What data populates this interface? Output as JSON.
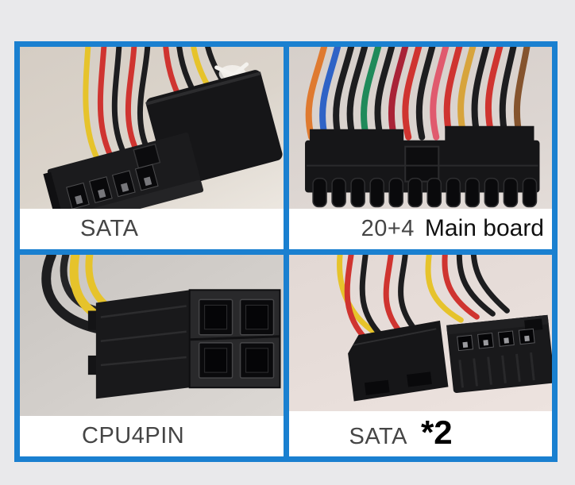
{
  "image_type": "psu-cable-connector-collage",
  "panels": [
    {
      "id": "sata",
      "label": "SATA"
    },
    {
      "id": "mainboard-20-4",
      "label_prefix": "20+4",
      "label_suffix": "Main board"
    },
    {
      "id": "cpu4pin",
      "label": "CPU4PIN"
    },
    {
      "id": "sata-x2",
      "label_prefix": "SATA",
      "label_suffix": "*2"
    }
  ],
  "colors": {
    "page_bg": "#e9e9eb",
    "frame_blue": "#1a80d0",
    "label_bg": "#ffffff",
    "label_gray": "#454545",
    "label_dark": "#101010",
    "connector_black": "#161618",
    "wire_yellow": "#e6c32b",
    "wire_red": "#cf3430",
    "wire_black": "#1d1d1f",
    "wire_orange": "#df7a30",
    "wire_blue": "#2f63c6",
    "wire_green": "#1f8a5a",
    "wire_pink": "#e05a6e",
    "wire_crimson": "#a92337",
    "wire_gold": "#d7a43c",
    "wire_brown": "#85542e",
    "tie_white": "#f4f2ee"
  }
}
